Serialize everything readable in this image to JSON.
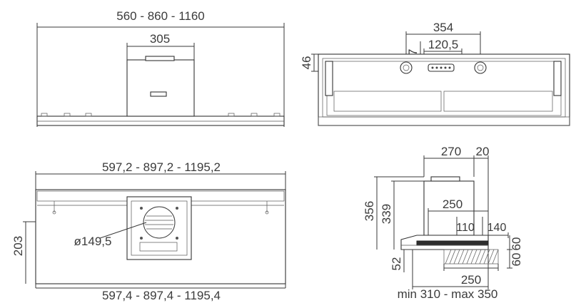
{
  "top_view": {
    "width_dim": "560 - 860 - 1160",
    "chimney_dim": "305"
  },
  "front_view": {
    "width_dim": "354",
    "spacing_dim": "120,5",
    "depth_dim_27": "27",
    "depth_dim_46": "46"
  },
  "bottom_view": {
    "top_width_dim": "597,2 - 897,2 - 1195,2",
    "bottom_width_dim": "597,4 - 897,4 - 1195,4",
    "height_dim": "203",
    "duct_diameter": "ø149,5"
  },
  "side_view": {
    "depth_270": "270",
    "offset_20": "20",
    "height_356": "356",
    "height_339": "339",
    "depth_250_top": "250",
    "dim_110": "110",
    "dim_140": "140",
    "dim_60_a": "60",
    "dim_60_b": "60",
    "dim_52": "52",
    "depth_250_bottom": "250",
    "range": "min 310 - max 350"
  }
}
